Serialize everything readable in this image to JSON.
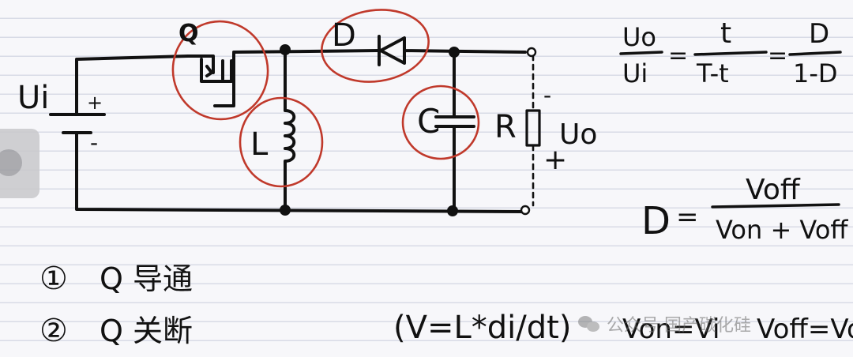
{
  "labels": {
    "q": "Q",
    "d": "D",
    "vi": "Ui",
    "plus_src": "+",
    "minus_src": "-",
    "l": "L",
    "c": "C",
    "r": "R",
    "minus_out": "-",
    "plus_out": "+",
    "uo": "Uo"
  },
  "formula1": {
    "lhs_num": "Uo",
    "lhs_den": "Ui",
    "eq": "=",
    "a_num": "t",
    "a_den": "T-t",
    "op": "=",
    "b_num": "D",
    "b_den": "1-D"
  },
  "formula2": {
    "lhs": "D",
    "eq": "=",
    "num": "Voff",
    "den": "Von + Voff"
  },
  "notes": {
    "n1_mark": "①",
    "n1_text": "Q 导通",
    "n2_mark": "②",
    "n2_text": "Q 关断",
    "law": "(V=L*di/dt)",
    "von": "Von=Vi",
    "voff": "Voff=Vo"
  },
  "watermark": {
    "text": "公众号·国产碳化硅"
  },
  "colors": {
    "ink": "#111111",
    "circle": "#c0392b",
    "lines": "#d8dbe6"
  }
}
